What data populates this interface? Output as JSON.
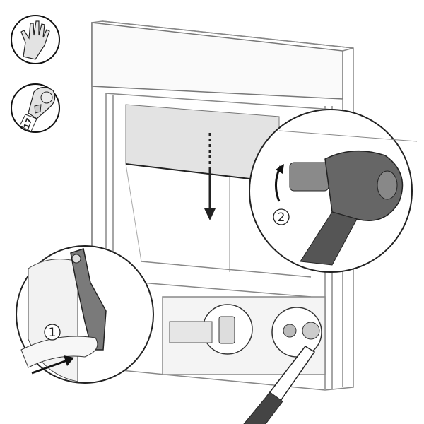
{
  "icons": {
    "glove": "protective-glove-icon",
    "wrench": "ring-wrench-icon",
    "wrench_size": "17"
  },
  "steps": [
    {
      "number": "1"
    },
    {
      "number": "2"
    }
  ],
  "colors": {
    "line": "#1a1a1a",
    "fill_light": "#e6e6e6",
    "fill_mid": "#cfcfcf",
    "tool_dark": "#4a4a4a"
  }
}
